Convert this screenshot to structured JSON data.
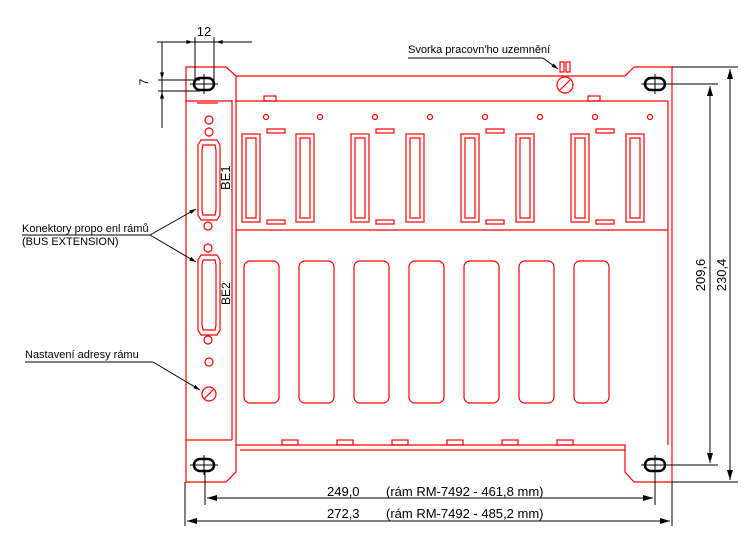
{
  "drawing": {
    "dimensions": {
      "hole_width": "12",
      "hole_height": "7",
      "hole_spacing_vertical": "209,6",
      "overall_height": "230,4",
      "hole_spacing_horizontal": "249,0",
      "hole_spacing_horizontal_note": "(rám RM-7492  - 461,8 mm)",
      "overall_width": "272,3",
      "overall_width_note": "(rám RM-7492  - 485,2 mm)"
    },
    "labels": {
      "grounding_terminal": "Svorka pracovn'ho uzemnění",
      "bus_connectors_line1": "Konektory propo enl rámů",
      "bus_connectors_line2": "(BUS EXTENSION)",
      "address_setting": "Nastavení adresy rámu"
    },
    "connectors": {
      "be1": "BE1",
      "be2": "BE2"
    },
    "colors": {
      "outline": "#ff0000",
      "dimension": "#000000"
    }
  }
}
